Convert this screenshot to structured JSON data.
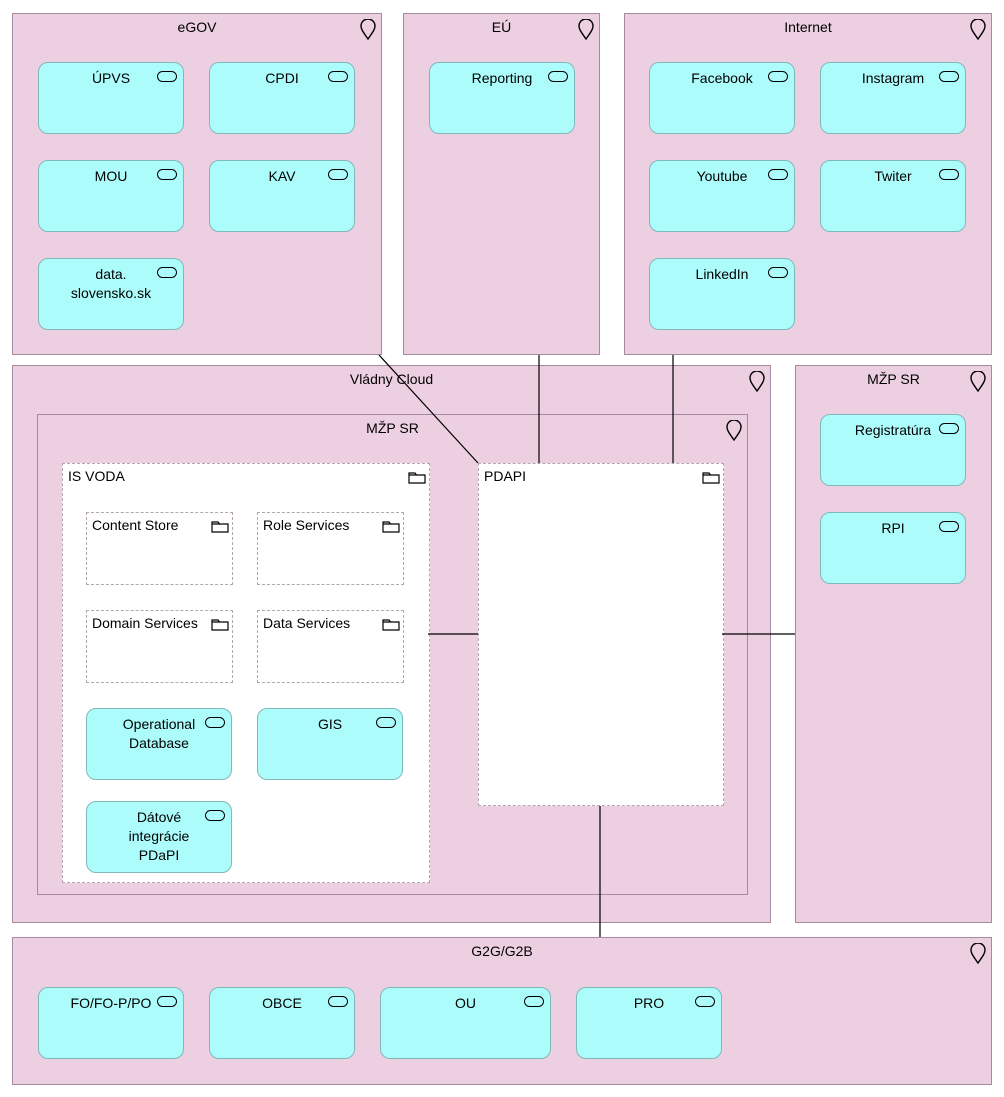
{
  "locations": {
    "egov": {
      "title": "eGOV",
      "services": [
        "ÚPVS",
        "CPDI",
        "MOU",
        "KAV",
        "data.",
        "slovensko.sk"
      ]
    },
    "eu": {
      "title": "EÚ",
      "services": [
        "Reporting"
      ]
    },
    "internet": {
      "title": "Internet",
      "services": [
        "Facebook",
        "Instagram",
        "Youtube",
        "Twiter",
        "LinkedIn"
      ]
    },
    "vladny_cloud": {
      "title": "Vládny Cloud"
    },
    "mzp_right": {
      "title": "MŽP SR",
      "services": [
        "Registratúra",
        "RPI"
      ]
    },
    "g2g": {
      "title": "G2G/G2B",
      "services": [
        "FO/FO-P/PO",
        "OBCE",
        "OU",
        "PRO"
      ]
    }
  },
  "mzp_inner": {
    "title": "MŽP SR"
  },
  "is_voda": {
    "title": "IS VODA",
    "groups": [
      "Content Store",
      "Role Services",
      "Domain Services",
      "Data Services"
    ],
    "services": [
      "Operational",
      "Database",
      "GIS",
      "Dátové",
      "integrácie",
      "PDaPI"
    ]
  },
  "pdapi": {
    "title": "PDAPI"
  }
}
